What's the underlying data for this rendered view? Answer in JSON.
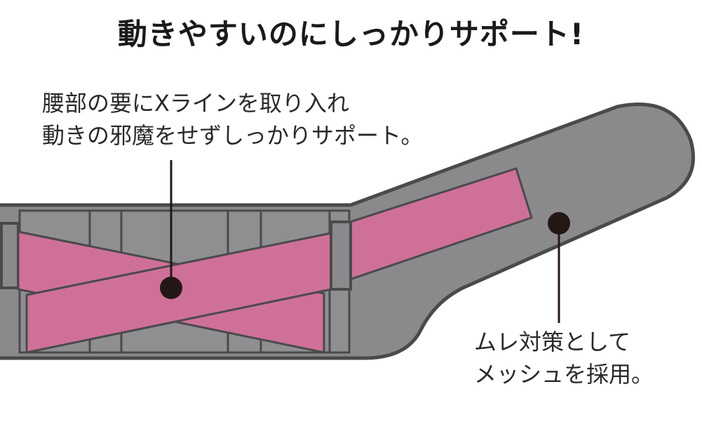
{
  "title": "動きやすいのにしっかりサポート!",
  "callouts": {
    "x_line": {
      "line1": "腰部の要にXラインを取り入れ",
      "line2": "動きの邪魔をせずしっかりサポート。"
    },
    "mesh": {
      "line1": "ムレ対策として",
      "line2": "メッシュを採用。"
    }
  },
  "colors": {
    "belt_fill": "#8a8a8c",
    "belt_outline": "#4a4a4c",
    "x_strap": "#cf7099",
    "marker": "#231815",
    "text": "#2a2a2a"
  }
}
